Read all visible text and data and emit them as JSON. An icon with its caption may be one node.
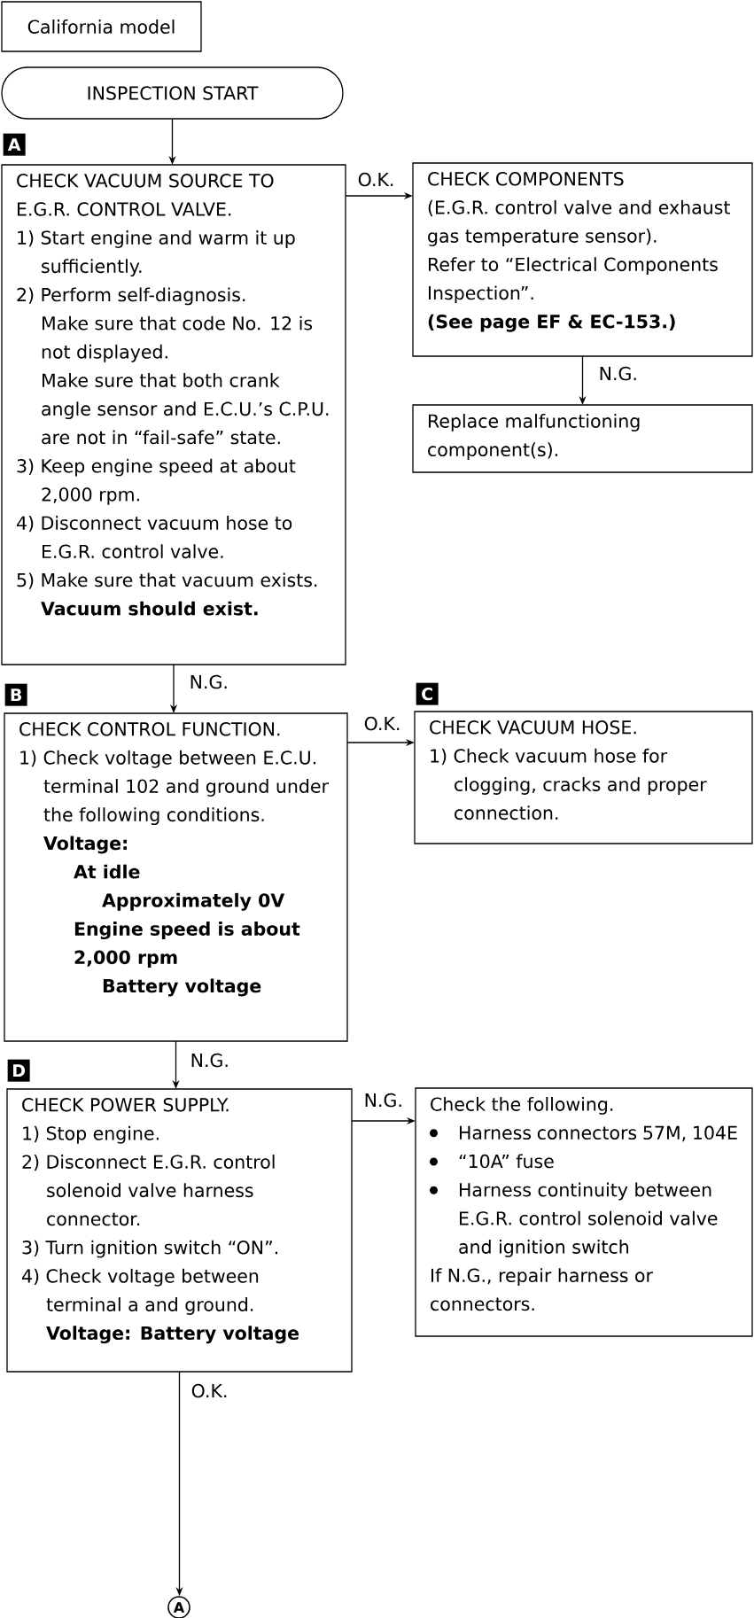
{
  "diagram": {
    "nodes": [
      {
        "text": [
          "California model"
        ]
      },
      {
        "text": [
          "INSPECTION START"
        ]
      },
      {
        "text": [
          "CHECK VACUUM SOURCE TO E.G.R. CONTROL VALVE.",
          "1) Start engine and warm it up sufficiently.",
          "2) Perform self-diagnosis.",
          "Make sure that code No. 12 is not displayed.",
          "Make sure that both crank angle sensor and E.C.U.’s C.P.U. are not in “fail-safe” state.",
          "3) Keep engine speed at about 2,000 rpm.",
          "4) Disconnect vacuum hose to E.G.R. control valve.",
          "5) Make sure that vacuum exists.",
          "Vacuum should exist."
        ],
        "beside": [
          "A"
        ]
      },
      {
        "text": [
          "CHECK COMPONENTS",
          "(E.G.R. control valve and exhaust gas temperature sensor).",
          "Refer to “Electrical Components Inspection”.",
          "(See page EF & EC-153.)"
        ]
      },
      {
        "text": [
          "Replace malfunctioning component(s)."
        ]
      },
      {
        "text": [
          "CHECK CONTROL FUNCTION.",
          "1) Check voltage between E.C.U. terminal 102 and ground under the following conditions.",
          "Voltage:",
          "At idle",
          "Approximately 0V",
          "Engine speed is about 2,000 rpm",
          "Battery voltage"
        ],
        "beside": [
          "B"
        ]
      },
      {
        "text": [
          "CHECK VACUUM HOSE.",
          "1) Check vacuum hose for clogging, cracks and proper connection."
        ],
        "beside": [
          "C"
        ]
      },
      {
        "text": [
          "CHECK POWER SUPPLY.",
          "1) Stop engine.",
          "2) Disconnect E.G.R. control solenoid valve harness connector.",
          "3) Turn ignition switch “ON”.",
          "4) Check voltage between terminal a and ground.",
          "Voltage: Battery voltage"
        ],
        "beside": [
          "D"
        ]
      },
      {
        "text": [
          "Check the following.",
          "Harness connectors 57M, 104E",
          "“10A” fuse",
          "Harness continuity between E.G.R. control solenoid valve and ignition switch",
          "If N.G., repair harness or connectors."
        ]
      },
      {
        "text": [
          "A"
        ]
      }
    ],
    "edges": [
      {
        "from": 1,
        "to": 2,
        "arrow": "to"
      },
      {
        "from": 2,
        "to": 3,
        "arrow": "to",
        "label": "O.K."
      },
      {
        "from": 3,
        "to": 4,
        "arrow": "to",
        "label": "N.G."
      },
      {
        "from": 2,
        "to": 5,
        "arrow": "to",
        "label": "N.G."
      },
      {
        "from": 5,
        "to": 6,
        "arrow": "to",
        "label": "O.K."
      },
      {
        "from": 5,
        "to": 7,
        "arrow": "to",
        "label": "N.G."
      },
      {
        "from": 7,
        "to": 8,
        "arrow": "to",
        "label": "N.G."
      },
      {
        "from": 7,
        "to": 9,
        "arrow": "to",
        "label": "O.K."
      }
    ]
  }
}
